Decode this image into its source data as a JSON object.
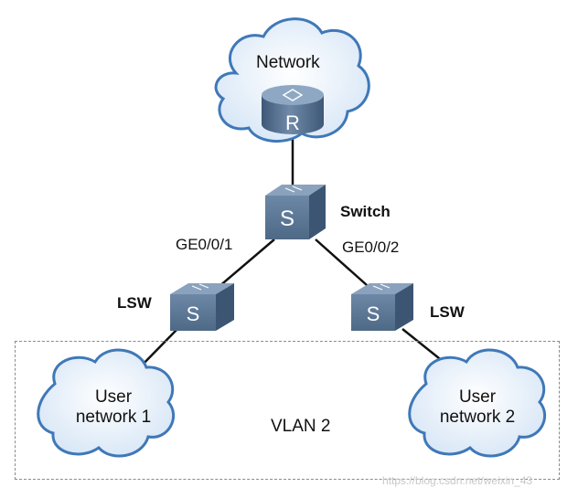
{
  "diagram": {
    "network_cloud": "Network",
    "router_glyph": "R",
    "switch_glyph": "S",
    "core_switch": "Switch",
    "port_left": "GE0/0/1",
    "port_right": "GE0/0/2",
    "lsw_left": "LSW",
    "lsw_right": "LSW",
    "user_network_1": [
      "User",
      "network 1"
    ],
    "user_network_2": [
      "User",
      "network 2"
    ],
    "vlan": "VLAN 2"
  },
  "watermark": "https://blog.csdn.net/weixin_43",
  "colors": {
    "device_face": "#5a7593",
    "device_top": "#8aa2bd",
    "device_side": "#3c5573",
    "cloud_fill": "#e4eef9",
    "cloud_stroke": "#3f78b8",
    "link": "#111111"
  }
}
